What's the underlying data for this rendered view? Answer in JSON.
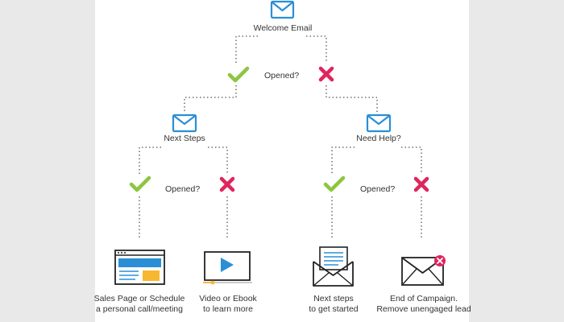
{
  "nodes": {
    "welcome_email": "Welcome Email",
    "opened_1": "Opened?",
    "next_steps": "Next Steps",
    "need_help": "Need Help?",
    "opened_2": "Opened?",
    "opened_3": "Opened?"
  },
  "outcomes": [
    {
      "line1": "Sales Page or Schedule",
      "line2": "a personal call/meeting",
      "icon": "sales-page-icon"
    },
    {
      "line1": "Video or Ebook",
      "line2": "to learn more",
      "icon": "video-player-icon"
    },
    {
      "line1": "Next steps",
      "line2": "to get started",
      "icon": "open-envelope-icon"
    },
    {
      "line1": "End of Campaign.",
      "line2": "Remove unengaged lead",
      "icon": "envelope-x-icon"
    }
  ],
  "colors": {
    "mail_blue": "#2a8fd6",
    "check_green": "#8cc63f",
    "cross_red": "#e0245e",
    "line_gray": "#555555",
    "panel_yellow": "#f7b731"
  }
}
